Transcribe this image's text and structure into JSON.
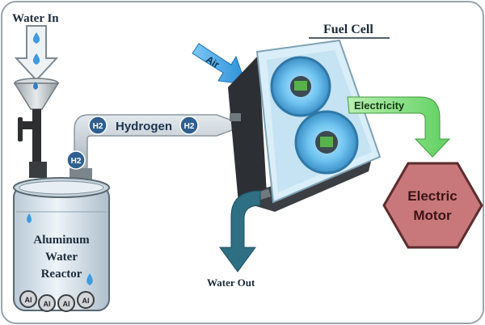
{
  "labels": {
    "water_in": "Water In",
    "fuel_cell": "Fuel Cell",
    "air": "Air",
    "electricity": "Electricity",
    "hydrogen": "Hydrogen",
    "h2": "H2",
    "water_out": "Water Out",
    "motor_line1": "Electric",
    "motor_line2": "Motor",
    "reactor_line1": "Aluminum",
    "reactor_line2": "Water",
    "reactor_line3": "Reactor",
    "al": "Al"
  },
  "colors": {
    "water_arrow": "#2e6f84",
    "hydrogen_pipe": "#bcc6cc",
    "h2_badge": "#2f5f8f",
    "air_arrow": "#3aa0e0",
    "electricity_arrow": "#7fe07a",
    "motor": "#c8787a",
    "reactor_body": "#d7e3ec"
  }
}
